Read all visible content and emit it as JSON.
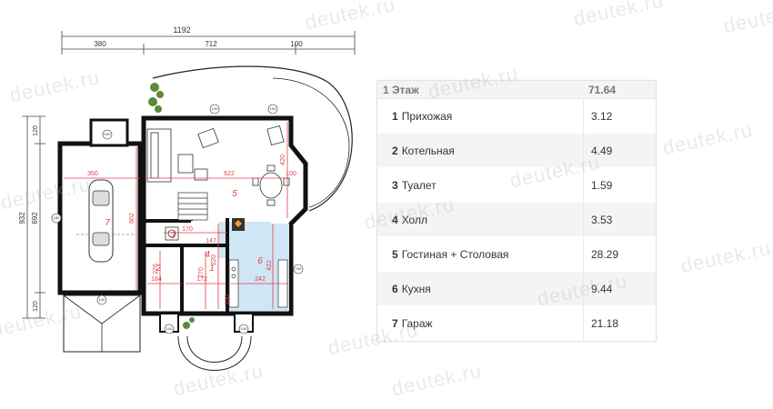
{
  "plan": {
    "dims": {
      "total_width": "1192",
      "seg_left": "380",
      "seg_mid": "712",
      "seg_right": "100",
      "total_height": "932",
      "inner_height": "692",
      "top_offset": "120",
      "bottom_offset": "120",
      "garage_width": "350",
      "living_width": "622",
      "garage_depth": "602",
      "living_depth": "420",
      "bay_width": "100",
      "d170": "170",
      "d147": "147",
      "d220": "220",
      "d422": "422",
      "d184": "184",
      "d172": "172",
      "d242": "242",
      "d276": "276",
      "d270": "270",
      "d150": "150"
    },
    "room_numbers": [
      "1",
      "2",
      "3",
      "4",
      "5",
      "6",
      "7"
    ],
    "window_marks": [
      "100",
      "140",
      "150",
      "180"
    ],
    "accent_color": "#e0404a",
    "kitchen_color": "#cfe6f5"
  },
  "table": {
    "header": {
      "name": "1 Этаж",
      "value": "71.64"
    },
    "rows": [
      {
        "num": "1",
        "name": "Прихожая",
        "value": "3.12"
      },
      {
        "num": "2",
        "name": "Котельная",
        "value": "4.49"
      },
      {
        "num": "3",
        "name": "Туалет",
        "value": "1.59"
      },
      {
        "num": "4",
        "name": "Холл",
        "value": "3.53"
      },
      {
        "num": "5",
        "name": "Гостиная + Столовая",
        "value": "28.29"
      },
      {
        "num": "6",
        "name": "Кухня",
        "value": "9.44"
      },
      {
        "num": "7",
        "name": "Гараж",
        "value": "21.18"
      }
    ]
  },
  "watermark": "deutek.ru"
}
